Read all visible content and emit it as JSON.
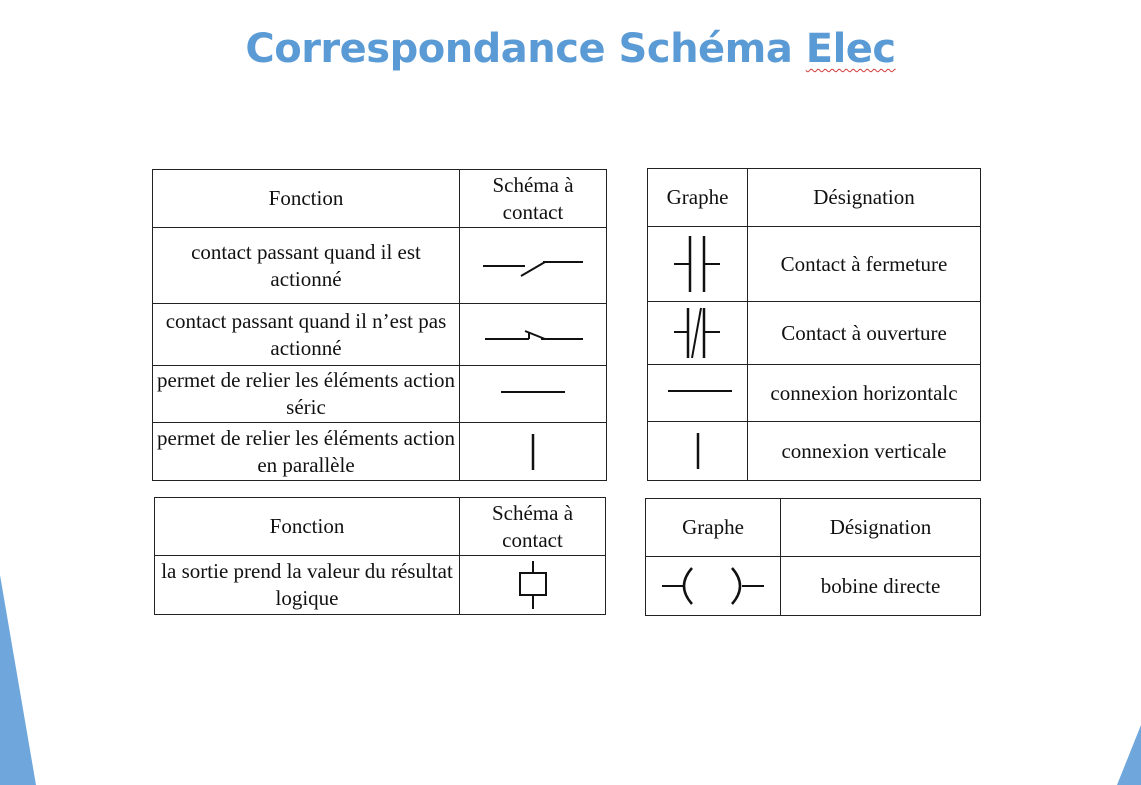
{
  "page": {
    "title_part1": "Correspondance Schéma ",
    "title_part2": "Elec"
  },
  "colors": {
    "accent": "#5b9bd5",
    "decoration": "#6fa7dc",
    "spellcheck": "#d23a3a"
  },
  "table_contacts_left": {
    "headers": {
      "fonction": "Fonction",
      "schema": "Schéma à contact"
    },
    "rows": [
      {
        "fonction": "contact passant quand il est actionné",
        "symbol": "normally-open-contact"
      },
      {
        "fonction": "contact passant quand il n’est pas actionné",
        "symbol": "normally-closed-contact"
      },
      {
        "fonction": "permet de relier les éléments action séric",
        "symbol": "horizontal-line"
      },
      {
        "fonction": "permet de relier les éléments action en parallèle",
        "symbol": "vertical-line"
      }
    ]
  },
  "table_contacts_right": {
    "headers": {
      "graphe": "Graphe",
      "designation": "Désignation"
    },
    "rows": [
      {
        "designation": "Contact à fermeture",
        "symbol": "ladder-no-contact"
      },
      {
        "designation": "Contact à ouverture",
        "symbol": "ladder-nc-contact"
      },
      {
        "designation": "connexion horizontalc",
        "symbol": "horizontal-line"
      },
      {
        "designation": "connexion verticale",
        "symbol": "vertical-line"
      }
    ]
  },
  "table_coil_left": {
    "headers": {
      "fonction": "Fonction",
      "schema": "Schéma à contact"
    },
    "rows": [
      {
        "fonction": "la sortie prend la valeur du résultat logique",
        "symbol": "coil-box"
      }
    ]
  },
  "table_coil_right": {
    "headers": {
      "graphe": "Graphe",
      "designation": "Désignation"
    },
    "rows": [
      {
        "designation": "bobine directe",
        "symbol": "ladder-coil"
      }
    ]
  }
}
